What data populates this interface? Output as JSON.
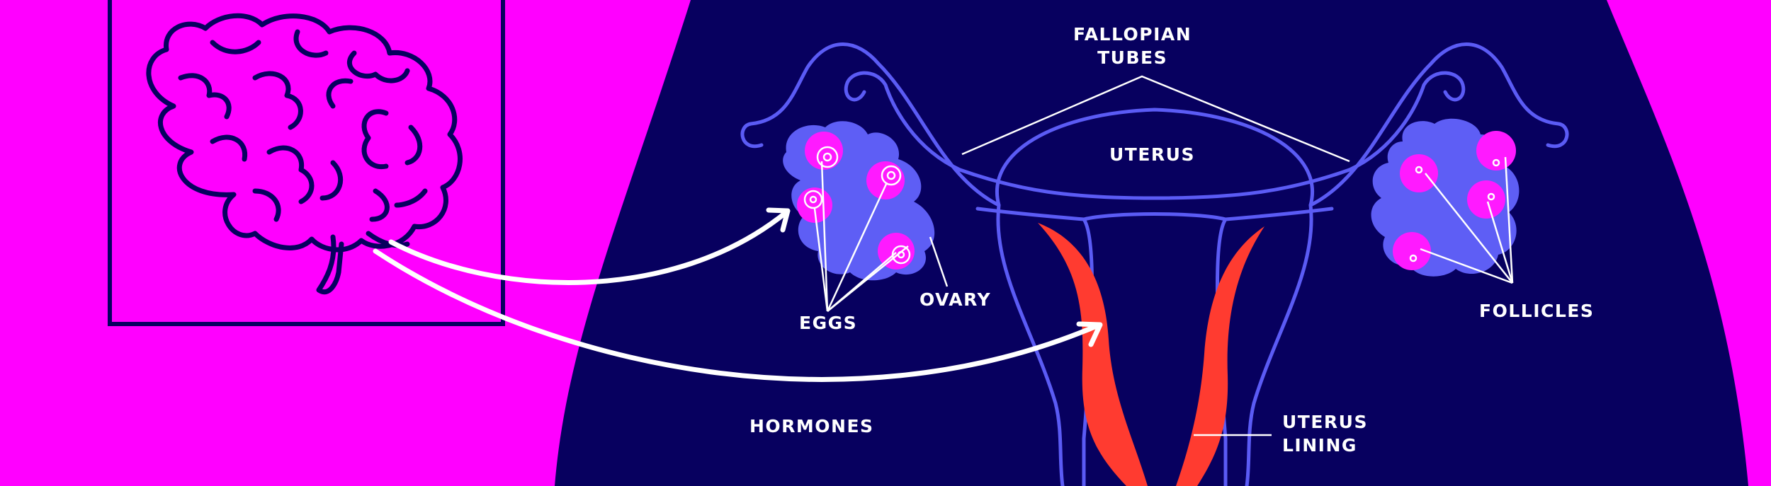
{
  "labels": {
    "fallopian_tubes": [
      "FALLOPIAN",
      "TUBES"
    ],
    "uterus": "UTERUS",
    "eggs": "EGGS",
    "ovary": "OVARY",
    "follicles": "FOLLICLES",
    "hormones": "HORMONES",
    "uterus_lining": [
      "UTERUS",
      "LINING"
    ]
  },
  "colors": {
    "background": "#ff00ff",
    "body": "#07005f",
    "organ_outline": "#5b5bf5",
    "ovary_fill": "#5e5ef5",
    "follicle": "#ff1aff",
    "lining": "#ff3b30",
    "brain_stroke": "#07005f",
    "arrows_and_leaders": "#ffffff"
  }
}
